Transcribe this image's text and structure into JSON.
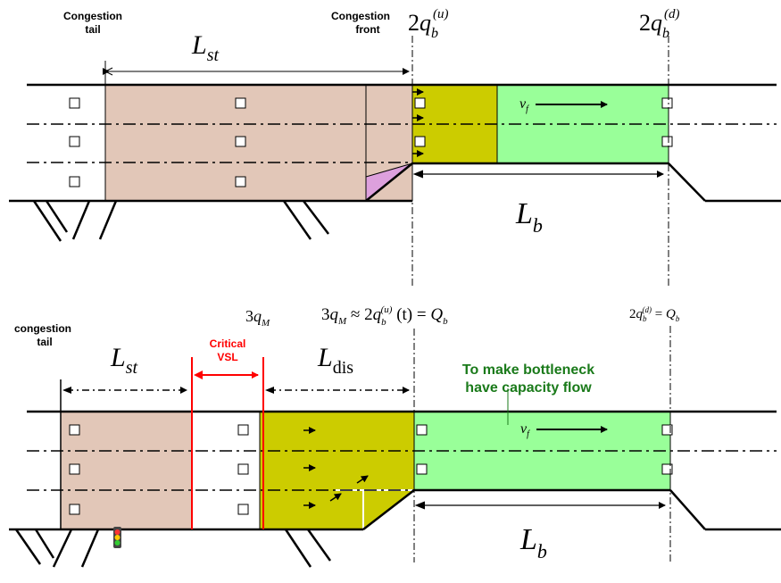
{
  "top": {
    "congestion_tail_line1": "Congestion",
    "congestion_tail_line2": "tail",
    "congestion_front_line1": "Congestion",
    "congestion_front_line2": "front",
    "L_st": "L",
    "L_st_sub": "st",
    "q_u_coef": "2",
    "q_u_var": "q",
    "q_u_sub": "b",
    "q_u_sup": "(u)",
    "q_d_coef": "2",
    "q_d_var": "q",
    "q_d_sub": "b",
    "q_d_sup": "(d)",
    "vf_var": "v",
    "vf_sub": "f",
    "L_b": "L",
    "L_b_sub": "b"
  },
  "bottom": {
    "congestion_tail_line1": "congestion",
    "congestion_tail_line2": "tail",
    "L_st": "L",
    "L_st_sub": "st",
    "critical_vsl_line1": "Critical",
    "critical_vsl_line2": "VSL",
    "q_m_coef": "3",
    "q_m_var": "q",
    "q_m_sub": "M",
    "equation_lhs_coef": "3",
    "equation_lhs_var": "q",
    "equation_lhs_sub": "M",
    "equation_approx": " ≈ 2",
    "equation_q": "q",
    "equation_q_sub": "b",
    "equation_q_sup": "(u)",
    "equation_t": " (t) = ",
    "equation_Q": "Q",
    "equation_Q_sub": "b",
    "right_eq_coef": "2",
    "right_eq_var": "q",
    "right_eq_sub": "b",
    "right_eq_sup": "(d)",
    "right_eq_eq": " = ",
    "right_eq_Q": "Q",
    "right_eq_Q_sub": "b",
    "L_dis": "L",
    "L_dis_sub": "dis",
    "annotation_line1": "To make bottleneck",
    "annotation_line2": "have capacity flow",
    "vf_var": "v",
    "vf_sub": "f",
    "L_b": "L",
    "L_b_sub": "b"
  },
  "colors": {
    "congestion": "#e2c7b8",
    "transition": "#cccc00",
    "free_flow": "#99ff99",
    "merge": "#dda0dd",
    "critical_vsl": "#ff0000",
    "annotation": "#1a7a1a"
  }
}
